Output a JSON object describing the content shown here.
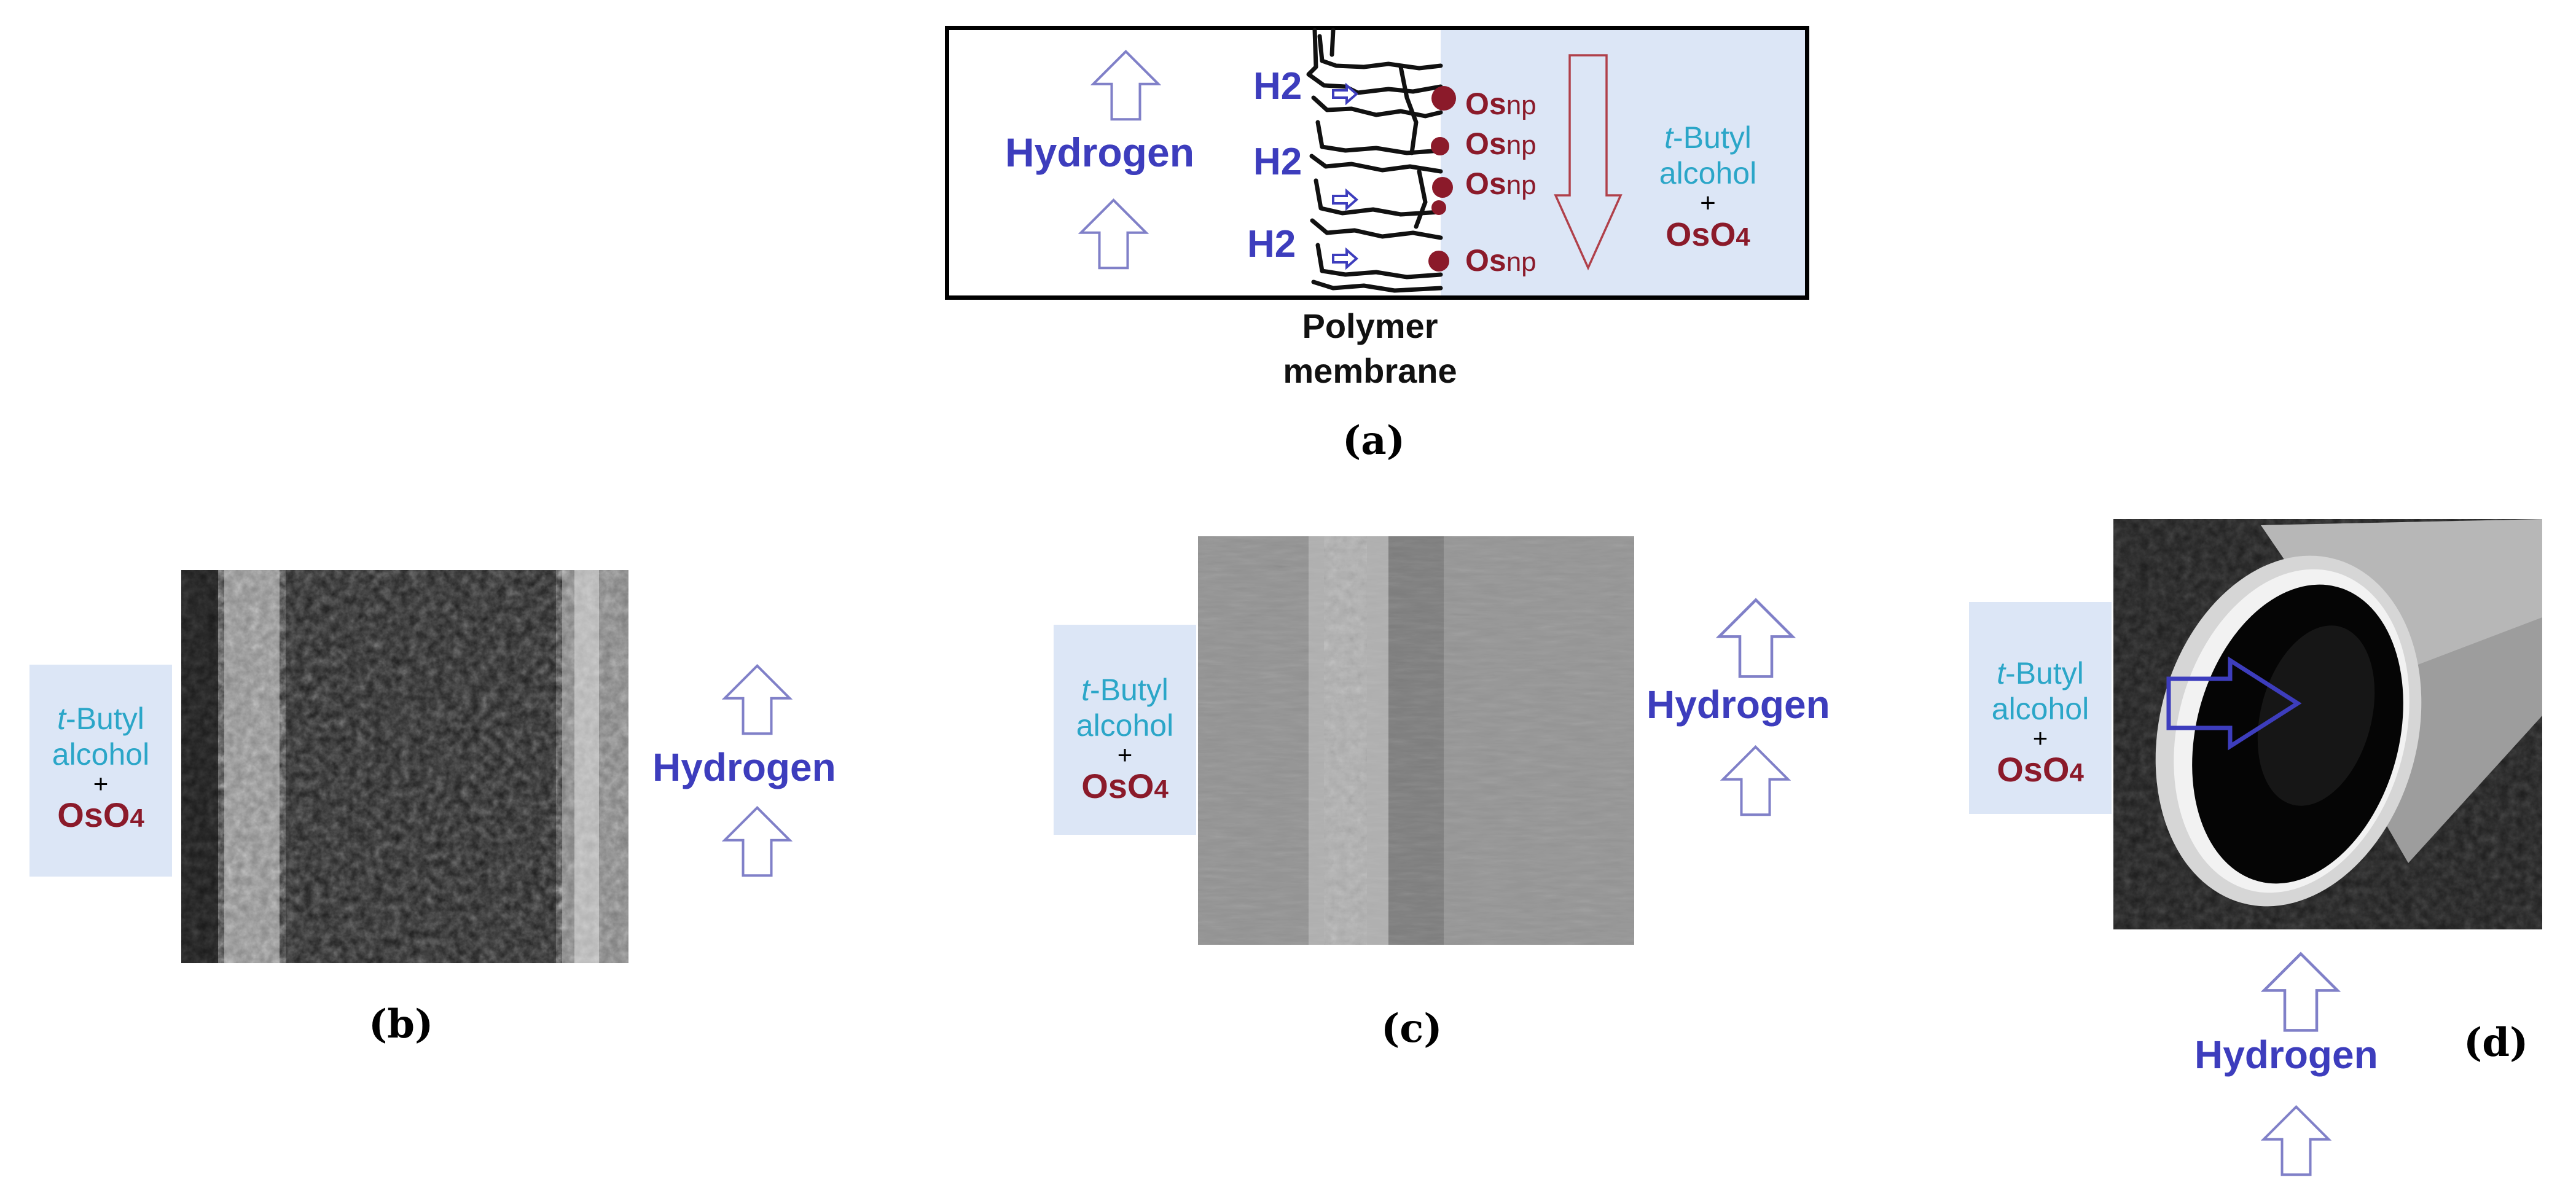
{
  "panel_a": {
    "hydrogen_label": "Hydrogen",
    "h2_labels": [
      "H2",
      "H2",
      "H2"
    ],
    "os_base": "Os",
    "os_sub": "np",
    "os_count": 4,
    "reactant_prefix": "t",
    "reactant_suffix": "-Butyl",
    "reactant_line2": "alcohol",
    "plus": "+",
    "oxidant_base": "OsO",
    "oxidant_sub": "4",
    "membrane_line1": "Polymer",
    "membrane_line2": "membrane",
    "caption": "(a)"
  },
  "panel_b": {
    "reactant_prefix": "t",
    "reactant_suffix": "-Butyl",
    "reactant_line2": "alcohol",
    "plus": "+",
    "oxidant_base": "OsO",
    "oxidant_sub": "4",
    "hydrogen_label": "Hydrogen",
    "caption": "(b)"
  },
  "panel_c": {
    "reactant_prefix": "t",
    "reactant_suffix": "-Butyl",
    "reactant_line2": "alcohol",
    "plus": "+",
    "oxidant_base": "OsO",
    "oxidant_sub": "4",
    "hydrogen_label": "Hydrogen",
    "caption": "(c)"
  },
  "panel_d": {
    "reactant_prefix": "t",
    "reactant_suffix": "-Butyl",
    "reactant_line2": "alcohol",
    "plus": "+",
    "oxidant_base": "OsO",
    "oxidant_sub": "4",
    "hydrogen_label": "Hydrogen",
    "caption": "(d)"
  },
  "colors": {
    "hydrogen_blue": "#3d3dbd",
    "reactant_cyan": "#2ba6c8",
    "osmium_maroon": "#8b1a2a",
    "box_light_blue": "#dce6f6",
    "arrow_outline": "#8080c8"
  }
}
